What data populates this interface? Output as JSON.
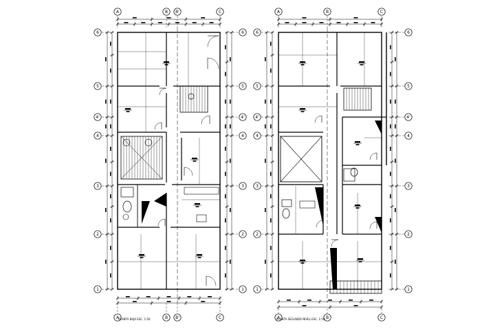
{
  "drawing": {
    "title": "",
    "plans": [
      {
        "id": "left",
        "caption": "PLANTA BAJA ESC. 1:50",
        "column_labels": [
          "A",
          "B",
          "B'",
          "C"
        ],
        "row_labels": [
          "6",
          "5",
          "4'",
          "4",
          "3",
          "2",
          "1"
        ]
      },
      {
        "id": "right",
        "caption": "PLANTA SEGUNDO NIVEL ESC. 1:50",
        "column_labels": [
          "A",
          "B",
          "C"
        ],
        "row_labels": [
          "6",
          "5",
          "4'",
          "4",
          "3",
          "2",
          "1"
        ]
      }
    ],
    "colors": {
      "line": "#000000",
      "centerline": "#000000",
      "background": "#ffffff"
    }
  }
}
